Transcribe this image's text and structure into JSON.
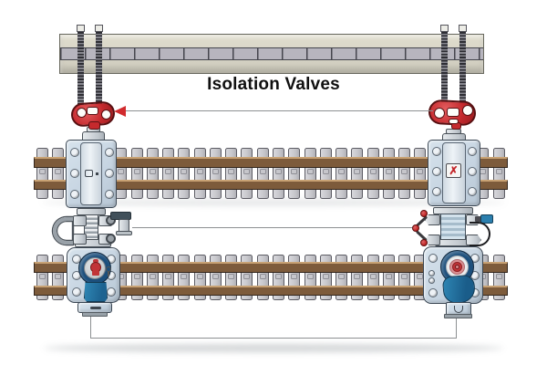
{
  "callout": {
    "label": "Isolation Valves",
    "arrow_direction": "left"
  },
  "valve_tags": {
    "right_upper_glyph": "✗"
  },
  "counts": {
    "track_fins": 30,
    "tracks": 2,
    "isolation_valves": 2,
    "threaded_rods": 4
  },
  "colors": {
    "handwheel_red": "#c5292d",
    "arrow_red": "#d12b2e",
    "valve_body_blue": "#c7d5e2",
    "valve_inner": "#eef3f7",
    "outline_dark": "#3b4754",
    "ring_blue": "#1c4f7c",
    "cup_blue": "#2178a8",
    "gauge_red": "#c13438",
    "gauge_pink": "#d98f92",
    "rail_brown": "#7d5b3b",
    "rail_highlight": "#c8a274",
    "fin_gray": "#c9c9cd",
    "beam_tan": "#d8d5c7",
    "beam_band_gray": "#b7b5be",
    "rod_dark": "#2d2d33",
    "line_gray": "#8d9092",
    "hose_black": "#1d1d20",
    "fitting_blue": "#2b7fae"
  }
}
